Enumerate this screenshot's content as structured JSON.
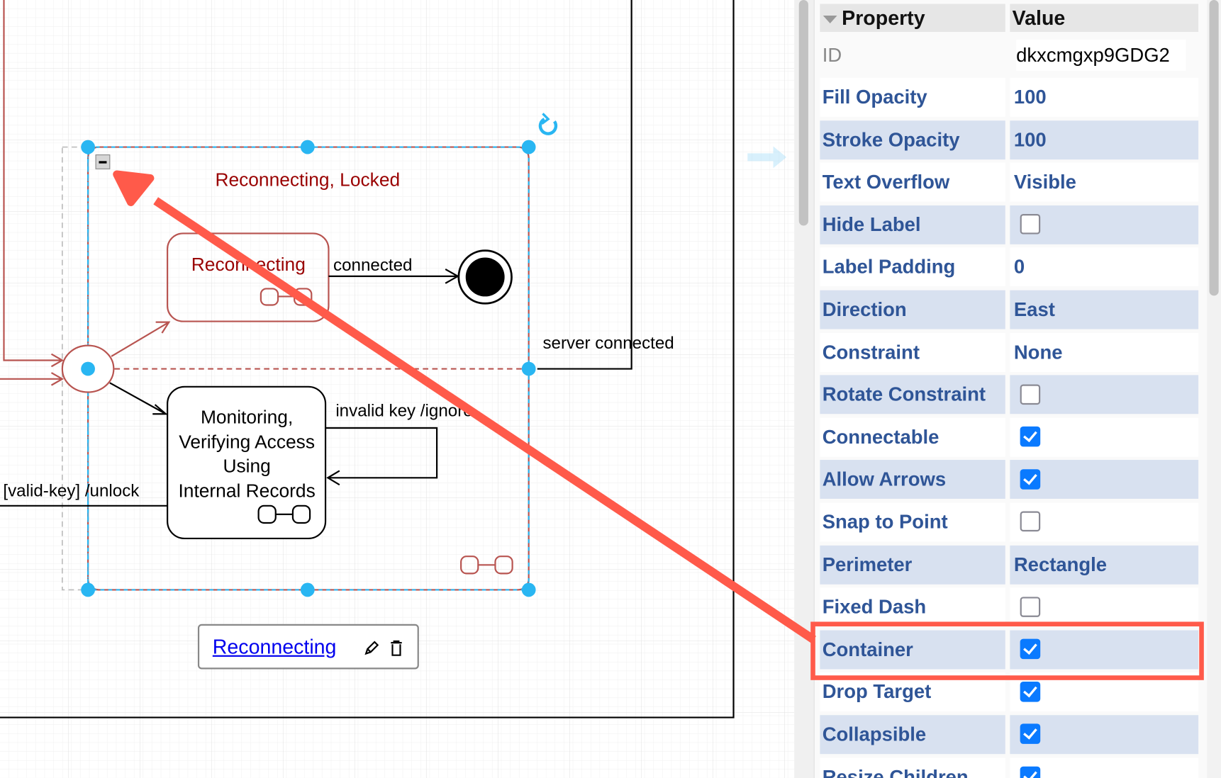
{
  "diagram": {
    "container_title": "Reconnecting, Locked",
    "state_reconnecting": "Reconnecting",
    "transition_connected": "connected",
    "state_monitoring_lines": [
      "Monitoring,",
      "Verifying Access",
      "Using",
      "Internal Records"
    ],
    "transition_invalid_key": "invalid key /ignore",
    "transition_valid_key": "[valid-key] /unlock",
    "transition_server_connected": "server connected",
    "link_tooltip": {
      "label": "Reconnecting",
      "edit_icon": "pencil-icon",
      "delete_icon": "trash-icon"
    }
  },
  "properties": {
    "header": {
      "property": "Property",
      "value": "Value"
    },
    "id_label": "ID",
    "id_value": "dkxcmgxp9GDG2",
    "rows": [
      {
        "label": "Fill Opacity",
        "value": "100"
      },
      {
        "label": "Stroke Opacity",
        "value": "100"
      },
      {
        "label": "Text Overflow",
        "value": "Visible"
      },
      {
        "label": "Hide Label",
        "checked": false
      },
      {
        "label": "Label Padding",
        "value": "0"
      },
      {
        "label": "Direction",
        "value": "East"
      },
      {
        "label": "Constraint",
        "value": "None"
      },
      {
        "label": "Rotate Constraint",
        "checked": false
      },
      {
        "label": "Connectable",
        "checked": true
      },
      {
        "label": "Allow Arrows",
        "checked": true
      },
      {
        "label": "Snap to Point",
        "checked": false
      },
      {
        "label": "Perimeter",
        "value": "Rectangle"
      },
      {
        "label": "Fixed Dash",
        "checked": false
      },
      {
        "label": "Container",
        "checked": true
      },
      {
        "label": "Drop Target",
        "checked": true
      },
      {
        "label": "Collapsible",
        "checked": true
      },
      {
        "label": "Resize Children",
        "checked": true
      }
    ]
  },
  "colors": {
    "annotation": "#ff5a4a",
    "handle": "#29b6f2",
    "state_red": "#b85450",
    "title_red": "#990000",
    "row_alt": "#d8e1f0",
    "label_blue": "#2f5597"
  }
}
